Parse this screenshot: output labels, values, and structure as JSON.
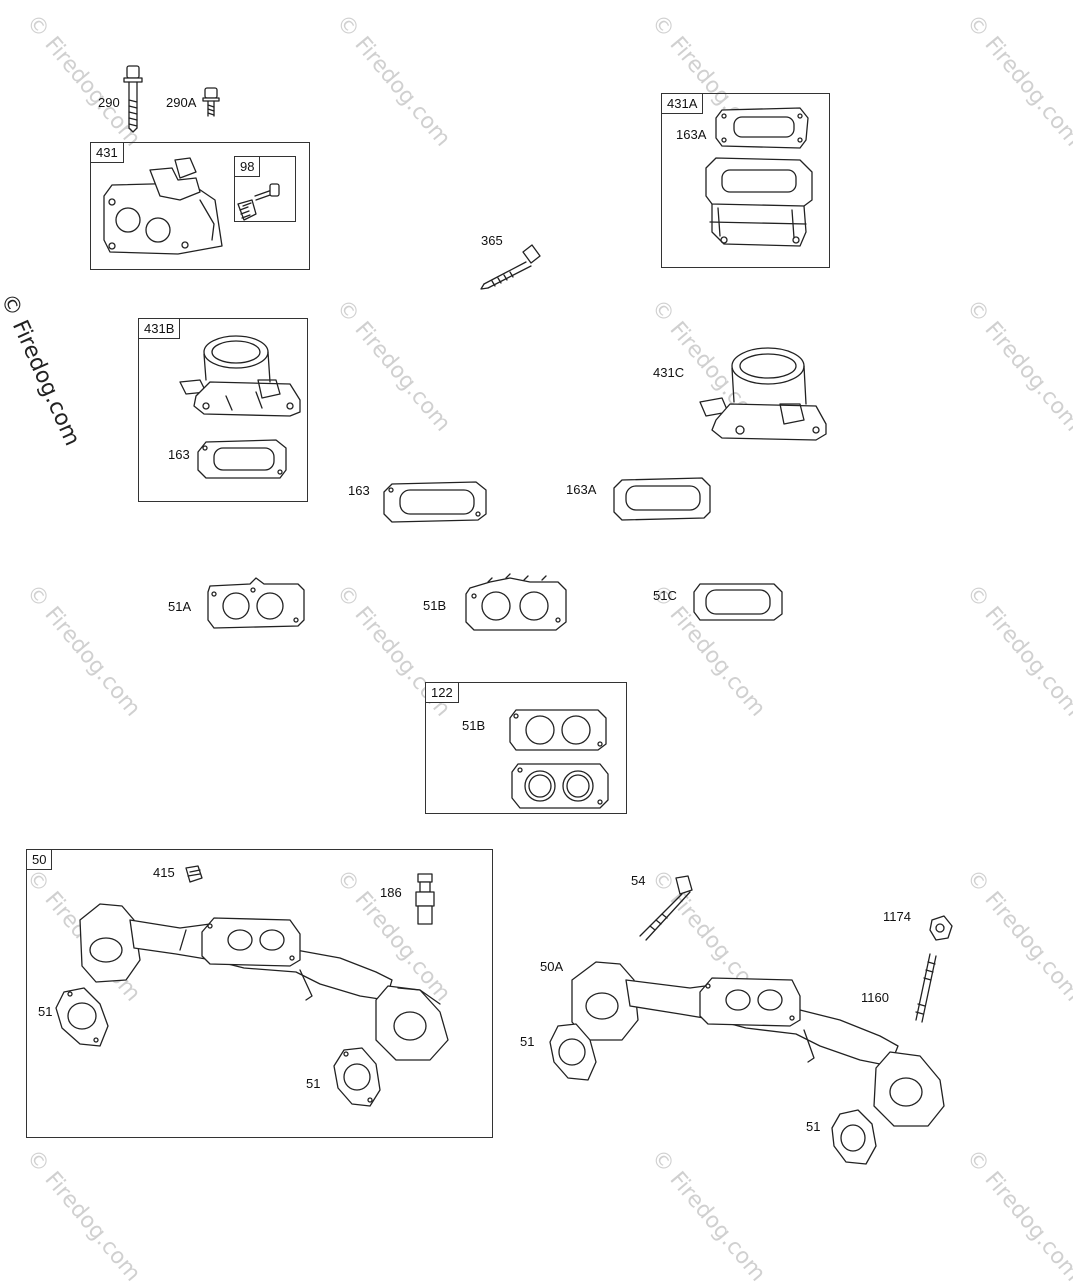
{
  "watermark": {
    "text": "© Firedog.com",
    "color": "#d0d0d0",
    "side_color": "#222222"
  },
  "boxes": {
    "b431": "431",
    "b98": "98",
    "b431A": "431A",
    "b431B": "431B",
    "b122": "122",
    "b50": "50"
  },
  "labels": {
    "l290": "290",
    "l290A": "290A",
    "l365": "365",
    "l163A_top": "163A",
    "l431C": "431C",
    "l163_box": "163",
    "l163_mid": "163",
    "l163A_mid": "163A",
    "l51A": "51A",
    "l51B": "51B",
    "l51C": "51C",
    "l51B_box": "51B",
    "l415": "415",
    "l186": "186",
    "l51_left1": "51",
    "l51_left2": "51",
    "l54": "54",
    "l1174": "1174",
    "l50A": "50A",
    "l1160": "1160",
    "l51_right1": "51",
    "l51_right2": "51"
  }
}
